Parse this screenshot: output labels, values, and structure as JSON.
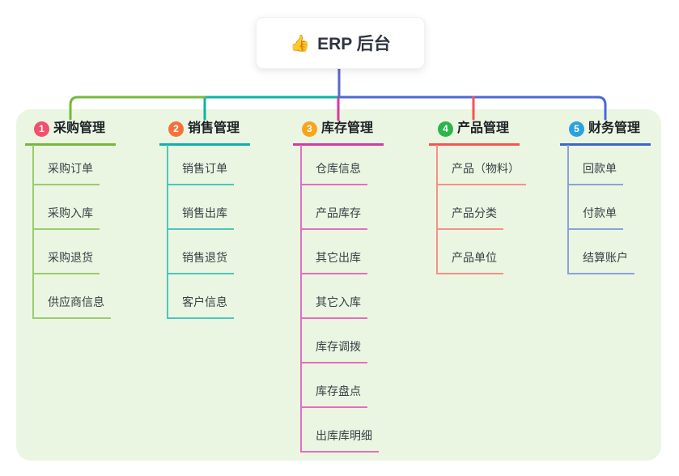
{
  "root": {
    "icon": "👍",
    "title": "ERP 后台"
  },
  "colors": {
    "panel_bg": "#eaf6e2",
    "root_link": "#5568cc",
    "bus_right": "#4a68d8",
    "bus_teal": "#0cb2a8",
    "bus_green": "#76b83c"
  },
  "branches": [
    {
      "num": "1",
      "label": "采购管理",
      "badge_color": "#f2506e",
      "line_color": "#76b83c",
      "child_line_color": "#9ccb6e",
      "children": [
        {
          "label": "采购订单"
        },
        {
          "label": "采购入库"
        },
        {
          "label": "采购退货"
        },
        {
          "label": "供应商信息"
        }
      ]
    },
    {
      "num": "2",
      "label": "销售管理",
      "badge_color": "#f5713a",
      "line_color": "#0cb2a8",
      "child_line_color": "#4fc5bc",
      "children": [
        {
          "label": "销售订单"
        },
        {
          "label": "销售出库"
        },
        {
          "label": "销售退货"
        },
        {
          "label": "客户信息"
        }
      ]
    },
    {
      "num": "3",
      "label": "库存管理",
      "badge_color": "#f8a41d",
      "line_color": "#d63aa0",
      "child_line_color": "#e66dbe",
      "children": [
        {
          "label": "仓库信息"
        },
        {
          "label": "产品库存"
        },
        {
          "label": "其它出库"
        },
        {
          "label": "其它入库"
        },
        {
          "label": "库存调拨"
        },
        {
          "label": "库存盘点"
        },
        {
          "label": "出库库明细"
        }
      ]
    },
    {
      "num": "4",
      "label": "产品管理",
      "badge_color": "#2db54d",
      "line_color": "#fa5252",
      "child_line_color": "#f98f87",
      "children": [
        {
          "label": "产品（物料）"
        },
        {
          "label": "产品分类"
        },
        {
          "label": "产品单位"
        }
      ]
    },
    {
      "num": "5",
      "label": "财务管理",
      "badge_color": "#2aa2dd",
      "line_color": "#3a64d0",
      "child_line_color": "#8aa2dc",
      "children": [
        {
          "label": "回款单"
        },
        {
          "label": "付款单"
        },
        {
          "label": "结算账户"
        }
      ]
    }
  ]
}
